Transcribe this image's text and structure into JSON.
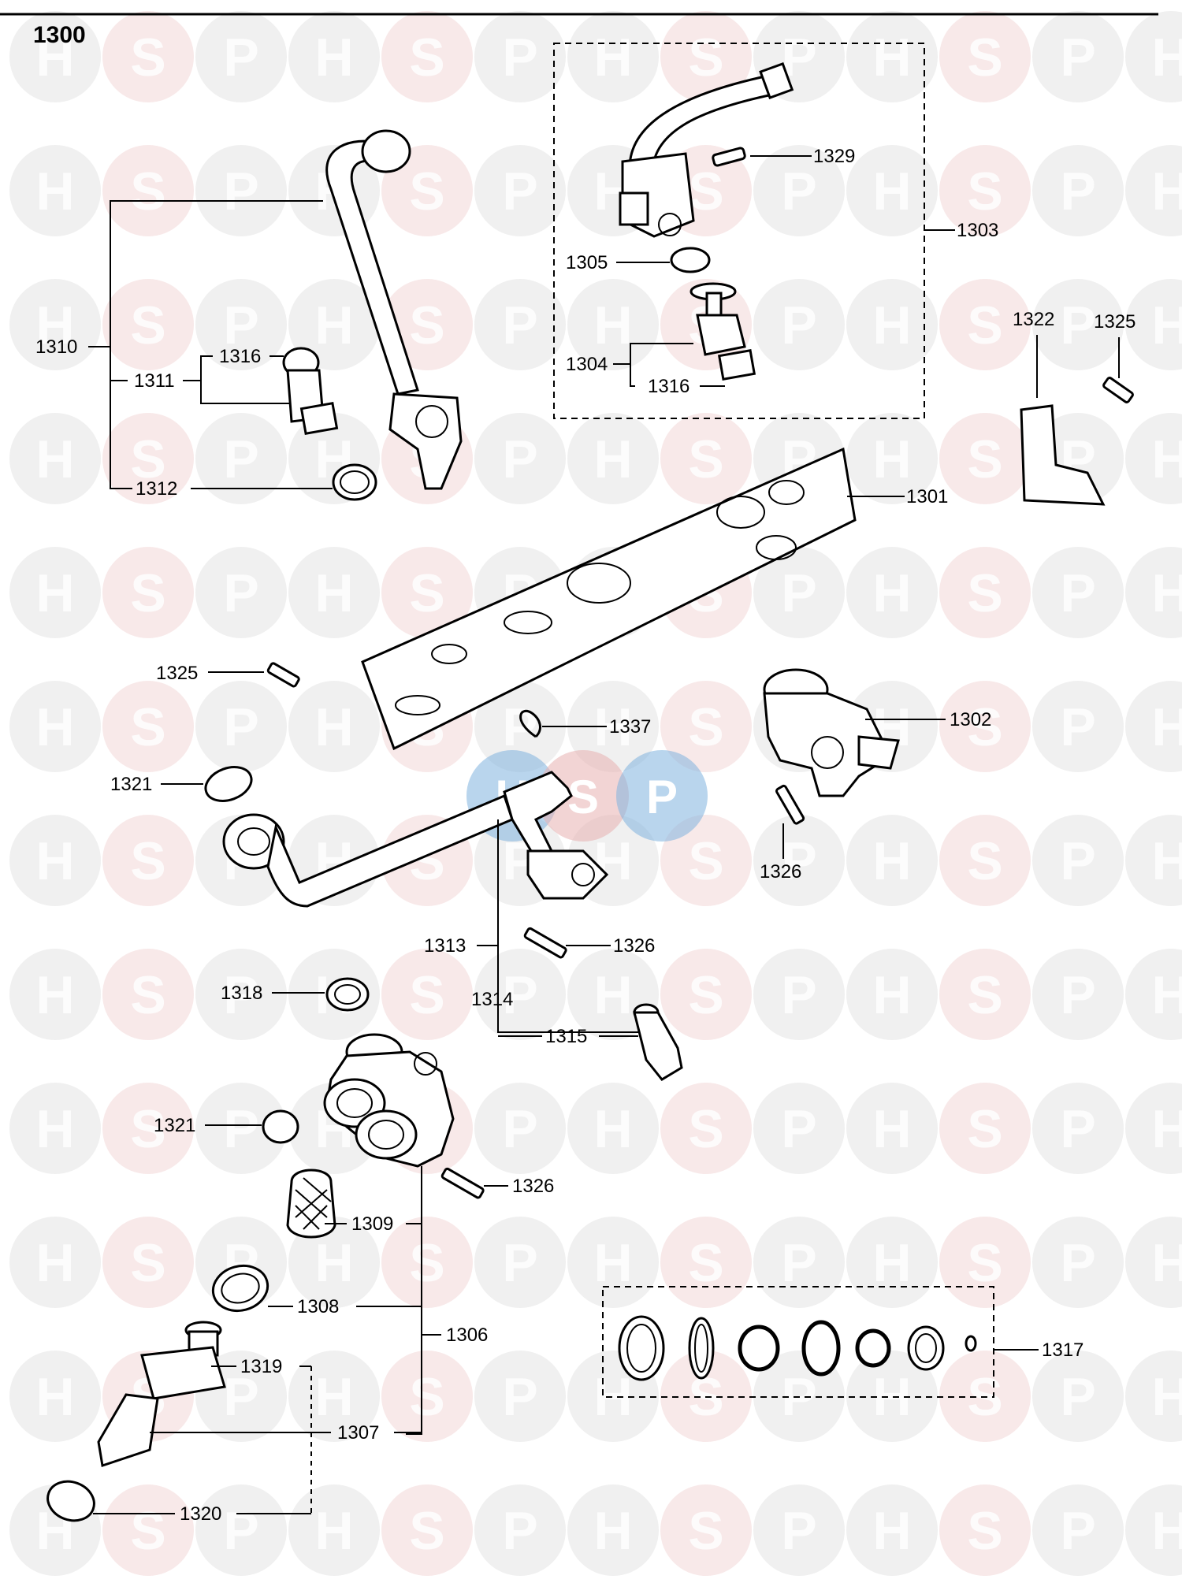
{
  "diagram": {
    "figure_number": "1300",
    "watermark_letters": [
      "H",
      "S",
      "P"
    ],
    "callouts": {
      "c1301": "1301",
      "c1302": "1302",
      "c1303": "1303",
      "c1304": "1304",
      "c1305": "1305",
      "c1306": "1306",
      "c1307": "1307",
      "c1308": "1308",
      "c1309": "1309",
      "c1310": "1310",
      "c1311": "1311",
      "c1312": "1312",
      "c1313": "1313",
      "c1314": "1314",
      "c1315": "1315",
      "c1316a": "1316",
      "c1316b": "1316",
      "c1317": "1317",
      "c1318": "1318",
      "c1319": "1319",
      "c1320": "1320",
      "c1321a": "1321",
      "c1321b": "1321",
      "c1322": "1322",
      "c1325a": "1325",
      "c1325b": "1325",
      "c1326a": "1326",
      "c1326b": "1326",
      "c1326c": "1326",
      "c1329": "1329",
      "c1337": "1337"
    },
    "colors": {
      "line": "#000000",
      "watermark_grey": "#c9c9c9",
      "watermark_red": "#e7b0b0",
      "watermark_blue": "#7fb2df"
    }
  }
}
